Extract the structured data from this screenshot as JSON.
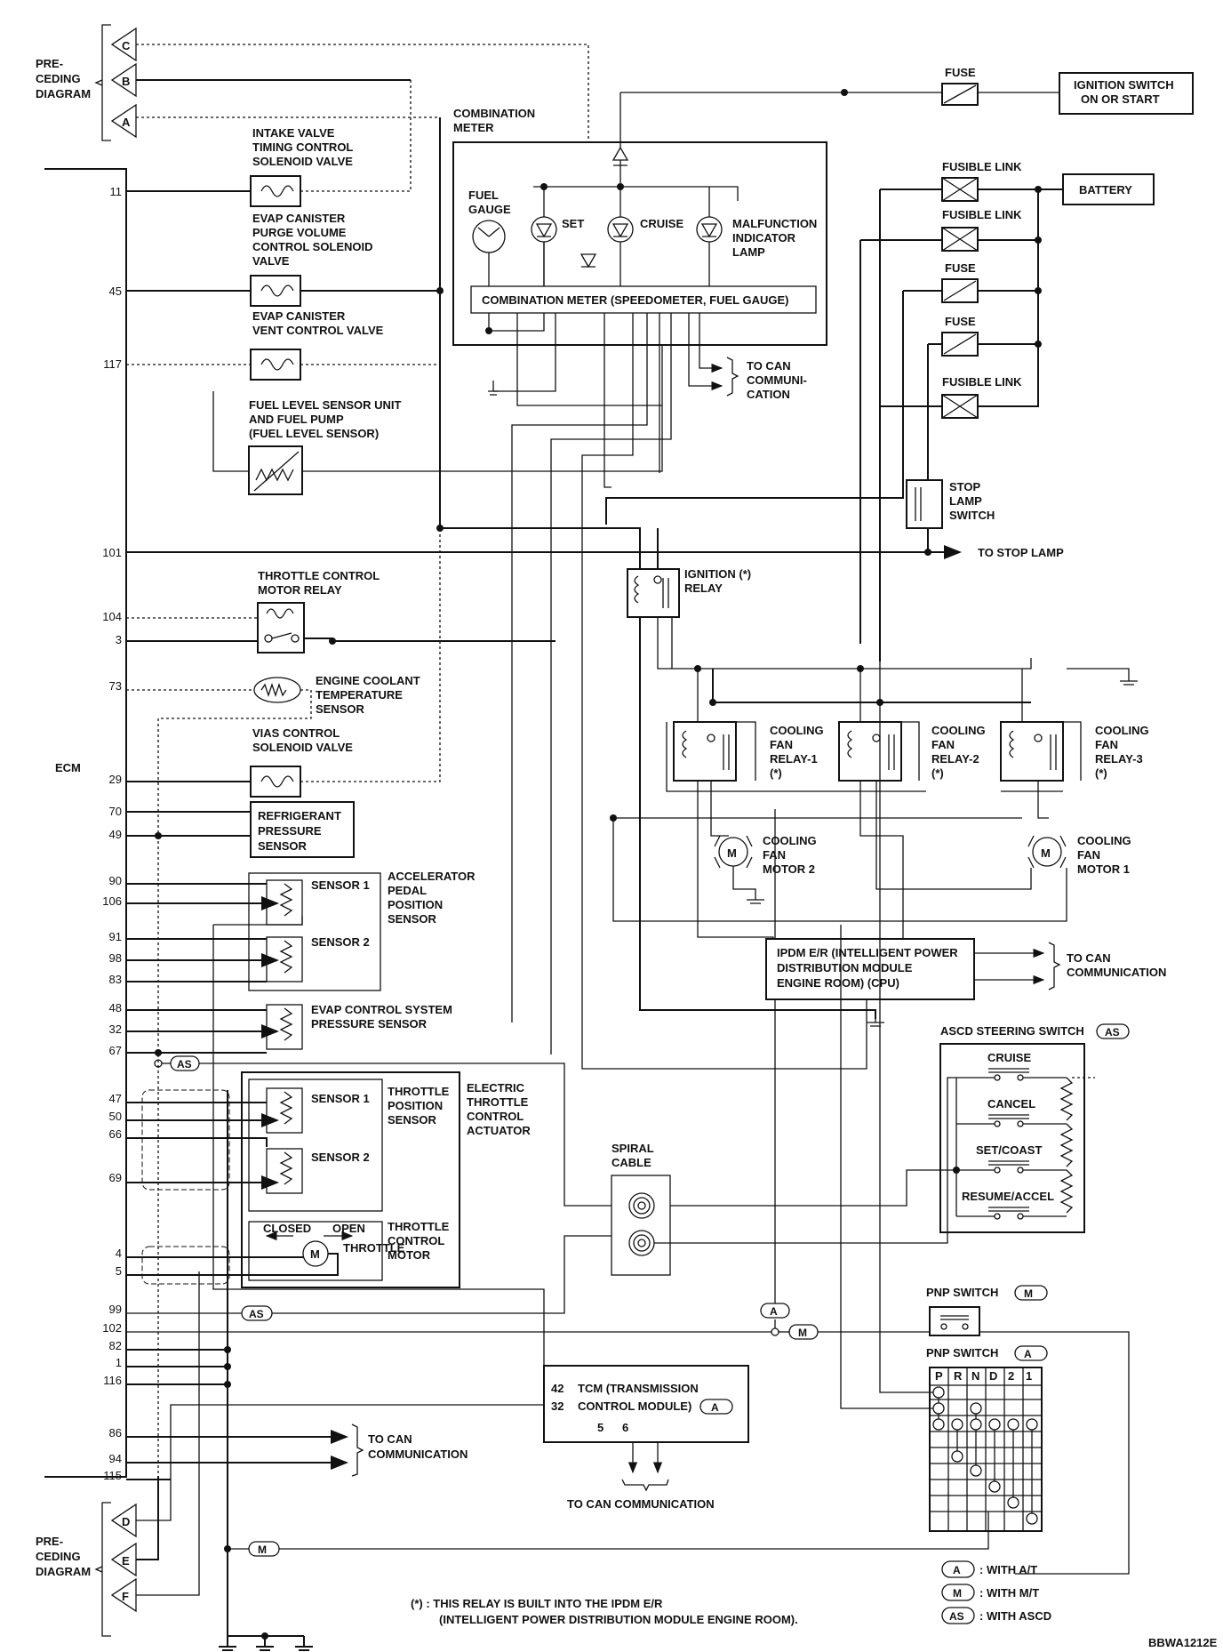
{
  "diagram_id": "BBWA1212E",
  "preceding_diagram": {
    "label_line1": "PRE-",
    "label_line2": "CEDING",
    "label_line3": "DIAGRAM",
    "connectors_top": [
      "C",
      "B",
      "A"
    ],
    "connectors_bottom": [
      "D",
      "E",
      "F"
    ]
  },
  "ecm": {
    "label": "ECM",
    "pins": [
      "11",
      "45",
      "117",
      "101",
      "104",
      "3",
      "73",
      "29",
      "70",
      "49",
      "90",
      "106",
      "91",
      "98",
      "83",
      "48",
      "32",
      "67",
      "47",
      "50",
      "66",
      "69",
      "4",
      "5",
      "99",
      "102",
      "82",
      "1",
      "116",
      "86",
      "94",
      "115"
    ]
  },
  "components": {
    "intake_valve": [
      "INTAKE VALVE",
      "TIMING CONTROL",
      "SOLENOID VALVE"
    ],
    "evap_purge": [
      "EVAP CANISTER",
      "PURGE VOLUME",
      "CONTROL SOLENOID",
      "VALVE"
    ],
    "evap_vent": [
      "EVAP CANISTER",
      "VENT CONTROL VALVE"
    ],
    "fuel_level": [
      "FUEL LEVEL SENSOR UNIT",
      "AND FUEL PUMP",
      "(FUEL LEVEL SENSOR)"
    ],
    "throttle_relay": [
      "THROTTLE CONTROL",
      "MOTOR RELAY"
    ],
    "coolant_sensor": [
      "ENGINE COOLANT",
      "TEMPERATURE",
      "SENSOR"
    ],
    "vias": [
      "VIAS CONTROL",
      "SOLENOID VALVE"
    ],
    "refrigerant": [
      "REFRIGERANT",
      "PRESSURE",
      "SENSOR"
    ],
    "accel_pedal": [
      "ACCELERATOR",
      "PEDAL",
      "POSITION",
      "SENSOR"
    ],
    "sensor1": "SENSOR 1",
    "sensor2": "SENSOR 2",
    "evap_pressure": [
      "EVAP CONTROL SYSTEM",
      "PRESSURE SENSOR"
    ],
    "throttle_position": [
      "THROTTLE",
      "POSITION",
      "SENSOR"
    ],
    "electric_throttle": [
      "ELECTRIC",
      "THROTTLE",
      "CONTROL",
      "ACTUATOR"
    ],
    "throttle_motor": [
      "THROTTLE",
      "CONTROL",
      "MOTOR"
    ],
    "closed": "CLOSED",
    "open": "OPEN",
    "combination_meter": [
      "COMBINATION",
      "METER"
    ],
    "fuel_gauge": [
      "FUEL",
      "GAUGE"
    ],
    "set": "SET",
    "cruise": "CRUISE",
    "mil": [
      "MALFUNCTION",
      "INDICATOR",
      "LAMP"
    ],
    "combination_meter_bar": "COMBINATION METER (SPEEDOMETER, FUEL GAUGE)",
    "to_can_1": [
      "TO CAN",
      "COMMUNI-",
      "CATION"
    ],
    "fuse": "FUSE",
    "fusible_link": "FUSIBLE LINK",
    "ignition_switch": [
      "IGNITION SWITCH",
      "ON OR START"
    ],
    "battery": "BATTERY",
    "stop_lamp_switch": [
      "STOP",
      "LAMP",
      "SWITCH"
    ],
    "to_stop_lamp": "TO STOP LAMP",
    "ignition_relay": [
      "IGNITION (*)",
      "RELAY"
    ],
    "fan_relay_1": [
      "COOLING",
      "FAN",
      "RELAY-1",
      "(*)"
    ],
    "fan_relay_2": [
      "COOLING",
      "FAN",
      "RELAY-2",
      "(*)"
    ],
    "fan_relay_3": [
      "COOLING",
      "FAN",
      "RELAY-3",
      "(*)"
    ],
    "fan_motor_2": [
      "COOLING",
      "FAN",
      "MOTOR 2"
    ],
    "fan_motor_1": [
      "COOLING",
      "FAN",
      "MOTOR 1"
    ],
    "motor_symbol": "M",
    "ipdm": [
      "IPDM E/R (INTELLIGENT POWER",
      "DISTRIBUTION MODULE",
      "ENGINE ROOM) (CPU)"
    ],
    "to_can_2": [
      "TO CAN",
      "COMMUNICATION"
    ],
    "ascd_switch": "ASCD STEERING SWITCH",
    "ascd_buttons": [
      "CRUISE",
      "CANCEL",
      "SET/COAST",
      "RESUME/ACCEL"
    ],
    "spiral_cable": [
      "SPIRAL",
      "CABLE"
    ],
    "pnp_switch": "PNP SWITCH",
    "pnp_positions": [
      "P",
      "R",
      "N",
      "D",
      "2",
      "1"
    ],
    "tcm": [
      "TCM (TRANSMISSION",
      "CONTROL MODULE)"
    ],
    "tcm_pins": [
      "42",
      "32",
      "5",
      "6"
    ],
    "to_can_3": [
      "TO CAN",
      "COMMUNICATION"
    ],
    "to_can_4": "TO CAN COMMUNICATION"
  },
  "tags": {
    "as": "AS",
    "a": "A",
    "m": "M"
  },
  "legend": {
    "a": ": WITH A/T",
    "m": ": WITH M/T",
    "as": ": WITH ASCD"
  },
  "footnote": [
    "(*) : THIS RELAY IS BUILT INTO THE IPDM E/R",
    "(INTELLIGENT POWER DISTRIBUTION MODULE ENGINE ROOM)."
  ]
}
